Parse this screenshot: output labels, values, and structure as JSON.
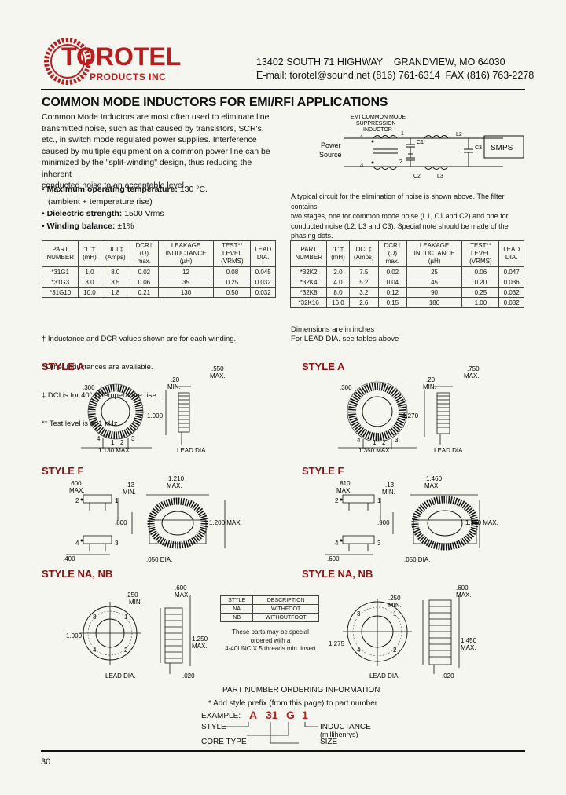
{
  "company": {
    "logo_name": "TOROTEL",
    "logo_sub": "PRODUCTS INC",
    "address_line": "13402 SOUTH 71 HIGHWAY    GRANDVIEW, MO 64030",
    "contact_line": "E-mail: torotel@sound.net (816) 761-6314  FAX (816) 763-2278"
  },
  "page_title": "COMMON MODE INDUCTORS FOR EMI/RFI APPLICATIONS",
  "intro": [
    "Common Mode Inductors are most often used to eliminate line",
    "transmitted noise, such as that caused by transistors, SCR's,",
    "etc., in switch mode regulated power supplies.  Interference",
    "caused by multiple equipment on a common power line can be",
    "minimized by the \"split-winding\" design, thus reducing the inherent",
    "conducted noise to an acceptable level."
  ],
  "specs": [
    {
      "label": "Maximum operating temperature:",
      "value": " 130 °C."
    },
    {
      "label": "",
      "value": "(ambient + temperature rise)"
    },
    {
      "label": "Dielectric strength:",
      "value": " 1500 Vrms"
    },
    {
      "label": "Winding balance:",
      "value": "  ±1%"
    }
  ],
  "circuit": {
    "label_top": "EMI COMMON MODE",
    "label_mid": "SUPPRESSION",
    "label_bot": "INDUCTOR",
    "power_source": "Power",
    "power_source2": "Source",
    "smps": "SMPS",
    "c1": "C1",
    "c2": "C2",
    "c3": "C3",
    "l2": "L2",
    "l3": "L3",
    "n1": "1",
    "n2": "2",
    "n3": "3",
    "n4": "4"
  },
  "circuit_caption": [
    "A typical circuit for the elimination of noise is shown above. The filter contains",
    "two stages, one for common mode noise (L1, C1 and C2) and one for",
    "conducted noise (L2, L3 and C3).  Special note should be made of the",
    "phasing dots."
  ],
  "table_headers": [
    "PART NUMBER",
    "\"L\"† (mH)",
    "DCI ‡ (Amps)",
    "DCR† (Ω) max.",
    "LEAKAGE INDUCTANCE (µH)",
    "TEST** LEVEL (VRMS)",
    "LEAD DIA."
  ],
  "table_left": [
    [
      "*31G1",
      "1.0",
      "8.0",
      "0.02",
      "12",
      "0.08",
      "0.045"
    ],
    [
      "*31G3",
      "3.0",
      "3.5",
      "0.06",
      "35",
      "0.25",
      "0.032"
    ],
    [
      "*31G10",
      "10.0",
      "1.8",
      "0.21",
      "130",
      "0.50",
      "0.032"
    ]
  ],
  "table_right": [
    [
      "*32K2",
      "2.0",
      "7.5",
      "0.02",
      "25",
      "0.06",
      "0.047"
    ],
    [
      "*32K4",
      "4.0",
      "5.2",
      "0.04",
      "45",
      "0.20",
      "0.036"
    ],
    [
      "*32K8",
      "8.0",
      "3.2",
      "0.12",
      "90",
      "0.25",
      "0.032"
    ],
    [
      "*32K16",
      "16.0",
      "2.6",
      "0.15",
      "180",
      "1.00",
      "0.032"
    ]
  ],
  "footnotes": [
    "† Inductance and DCR values shown are for each winding.",
    "  Other inductances are available.",
    "‡ DCI is for 40° C temperature rise.",
    "** Test level is at 1 kHz."
  ],
  "dims_note": [
    "Dimensions are in inches",
    "For LEAD DIA. see tables above"
  ],
  "styles": {
    "a": "STYLE  A",
    "f": "STYLE  F",
    "nanb": "STYLE  NA, NB"
  },
  "styleA_left": {
    "d300": ".300",
    "d20": ".20",
    "min": "MIN.",
    "d550": ".550",
    "max": "MAX.",
    "d1000": "1.000",
    "d1130": "1.130 MAX.",
    "lead": "LEAD DIA.",
    "p1": "1",
    "p2": "2",
    "p3": "3",
    "p4": "4"
  },
  "styleA_right": {
    "d300": ".300",
    "d20": ".20",
    "min": "MIN.",
    "d750": ".750",
    "max": "MAX.",
    "d1270": "1.270",
    "d1350": "1.350 MAX.",
    "lead": "LEAD DIA.",
    "p1": "1",
    "p2": "2",
    "p3": "3",
    "p4": "4"
  },
  "styleF_left": {
    "d600": ".600",
    "max": "MAX.",
    "d13": ".13",
    "min": "MIN.",
    "d1210": "1.210",
    "d800": ".800",
    "d1200": "1.200 MAX.",
    "d400": ".400",
    "d050": ".050 DIA.",
    "p1": "1",
    "p2": "2",
    "p3": "3",
    "p4": "4"
  },
  "styleF_right": {
    "d810": ".810",
    "max": "MAX.",
    "d13": ".13",
    "min": "MIN.",
    "d1460": "1.460",
    "d900": ".900",
    "d1350": "1.350 MAX.",
    "d600": ".600",
    "d050": ".050 DIA.",
    "p1": "1",
    "p2": "2",
    "p3": "3",
    "p4": "4"
  },
  "styleNA_left": {
    "d250": ".250",
    "min": "MIN.",
    "d600": ".600",
    "max": "MAX.",
    "d1000": "1.000",
    "d1250": "1.250",
    "lead": "LEAD DIA.",
    "d020": ".020",
    "p1": "1",
    "p2": "2",
    "p3": "3",
    "p4": "4"
  },
  "styleNA_right": {
    "d250": ".250",
    "min": "MIN.",
    "d600": ".600",
    "max": "MAX.",
    "d1275": "1.275",
    "d1450": "1.450",
    "lead": "LEAD DIA.",
    "d020": ".020",
    "p1": "1",
    "p2": "2",
    "p3": "3",
    "p4": "4"
  },
  "style_table": {
    "headers": [
      "STYLE",
      "DESCRIPTION"
    ],
    "rows": [
      [
        "NA",
        "WITHFOOT"
      ],
      [
        "NB",
        "WITHOUTFOOT"
      ]
    ],
    "note": [
      "These parts may be special",
      "ordered with a",
      "4-40UNC X 5 threads min. insert"
    ]
  },
  "ordering": {
    "title": "PART NUMBER ORDERING INFORMATION",
    "note": "* Add style prefix (from this page) to part number",
    "example": "EXAMPLE:",
    "code": [
      "A",
      "31",
      "G",
      "1"
    ],
    "style": "STYLE",
    "core_type": "CORE TYPE",
    "inductance": "INDUCTANCE",
    "millihenrys": "(millihenrys)",
    "size": "SIZE"
  },
  "page_number": "30"
}
